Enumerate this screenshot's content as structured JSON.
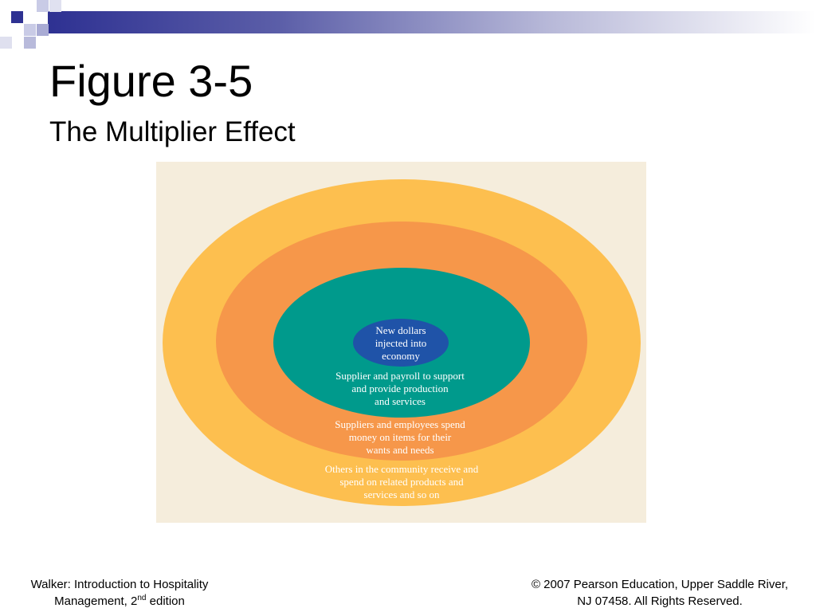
{
  "slide": {
    "title": "Figure 3-5",
    "subtitle": "The Multiplier Effect"
  },
  "diagram": {
    "rings": [
      {
        "color": "#fdbf4f",
        "lines": [
          "Others in the community receive and",
          "spend on related products and",
          "services and so on"
        ]
      },
      {
        "color": "#f6974a",
        "lines": [
          "Suppliers and employees spend",
          "money on items for their",
          "wants and needs"
        ]
      },
      {
        "color": "#009a8c",
        "lines": [
          "Supplier and payroll to support",
          "and provide production",
          "and services"
        ]
      }
    ],
    "core": {
      "color": "#1f53a8",
      "lines": [
        "New dollars",
        "injected into",
        "economy"
      ]
    },
    "text_color": "#ffffff"
  },
  "footer": {
    "left_line1": "Walker: Introduction to Hospitality",
    "left_line2_prefix": "Management, 2",
    "left_line2_sup": "nd",
    "left_line2_suffix": " edition",
    "right_line1": "© 2007 Pearson Education, Upper Saddle River,",
    "right_line2": "NJ 07458. All Rights Reserved."
  }
}
